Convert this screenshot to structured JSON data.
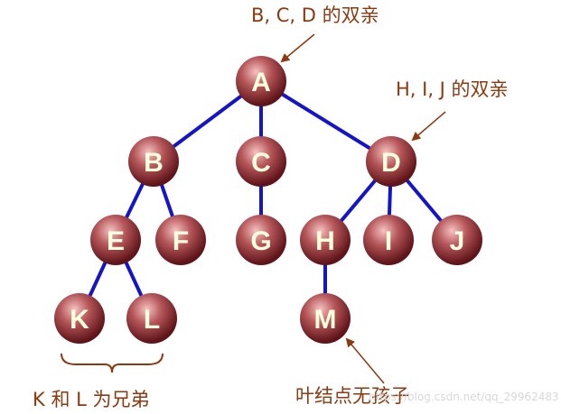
{
  "colors": {
    "edge": "#1414c8",
    "node_light": "#f6c2c0",
    "node_mid": "#b5565a",
    "node_dark": "#5e1418",
    "label": "#ffffe0",
    "annotation": "#8b3a10"
  },
  "nodes": [
    {
      "id": "A",
      "label": "A"
    },
    {
      "id": "B",
      "label": "B"
    },
    {
      "id": "C",
      "label": "C"
    },
    {
      "id": "D",
      "label": "D"
    },
    {
      "id": "E",
      "label": "E"
    },
    {
      "id": "F",
      "label": "F"
    },
    {
      "id": "G",
      "label": "G"
    },
    {
      "id": "H",
      "label": "H"
    },
    {
      "id": "I",
      "label": "I"
    },
    {
      "id": "J",
      "label": "J"
    },
    {
      "id": "K",
      "label": "K"
    },
    {
      "id": "L",
      "label": "L"
    },
    {
      "id": "M",
      "label": "M"
    }
  ],
  "edges": [
    [
      "A",
      "B"
    ],
    [
      "A",
      "C"
    ],
    [
      "A",
      "D"
    ],
    [
      "B",
      "E"
    ],
    [
      "B",
      "F"
    ],
    [
      "C",
      "G"
    ],
    [
      "D",
      "H"
    ],
    [
      "D",
      "I"
    ],
    [
      "D",
      "J"
    ],
    [
      "E",
      "K"
    ],
    [
      "E",
      "L"
    ],
    [
      "H",
      "M"
    ]
  ],
  "annotations": {
    "parent_of_bcd": "B, C, D 的双亲",
    "parent_of_hij": "H, I, J 的双亲",
    "leaf_node": "叶结点无孩子",
    "siblings_kl": "K 和 L 为兄弟"
  },
  "watermark": "https://blog.csdn.net/qq_29962483"
}
